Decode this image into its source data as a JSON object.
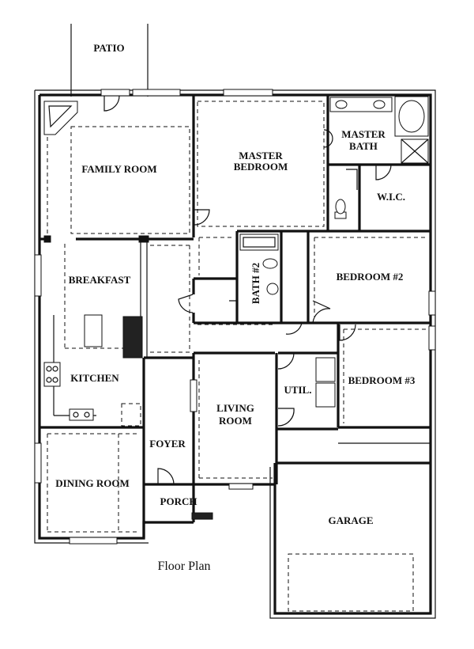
{
  "caption": "Floor Plan",
  "rooms": {
    "patio": "PATIO",
    "family_room": "FAMILY ROOM",
    "master_bedroom": [
      "MASTER",
      "BEDROOM"
    ],
    "master_bath": [
      "MASTER",
      "BATH"
    ],
    "wic": "W.I.C.",
    "breakfast": "BREAKFAST",
    "bath2": "BATH #2",
    "bedroom2": "BEDROOM #2",
    "kitchen": "KITCHEN",
    "util": "UTIL.",
    "bedroom3": "BEDROOM #3",
    "living_room": [
      "LIVING",
      "ROOM"
    ],
    "foyer": "FOYER",
    "dining_room": "DINING ROOM",
    "porch": "PORCH",
    "garage": "GARAGE"
  }
}
